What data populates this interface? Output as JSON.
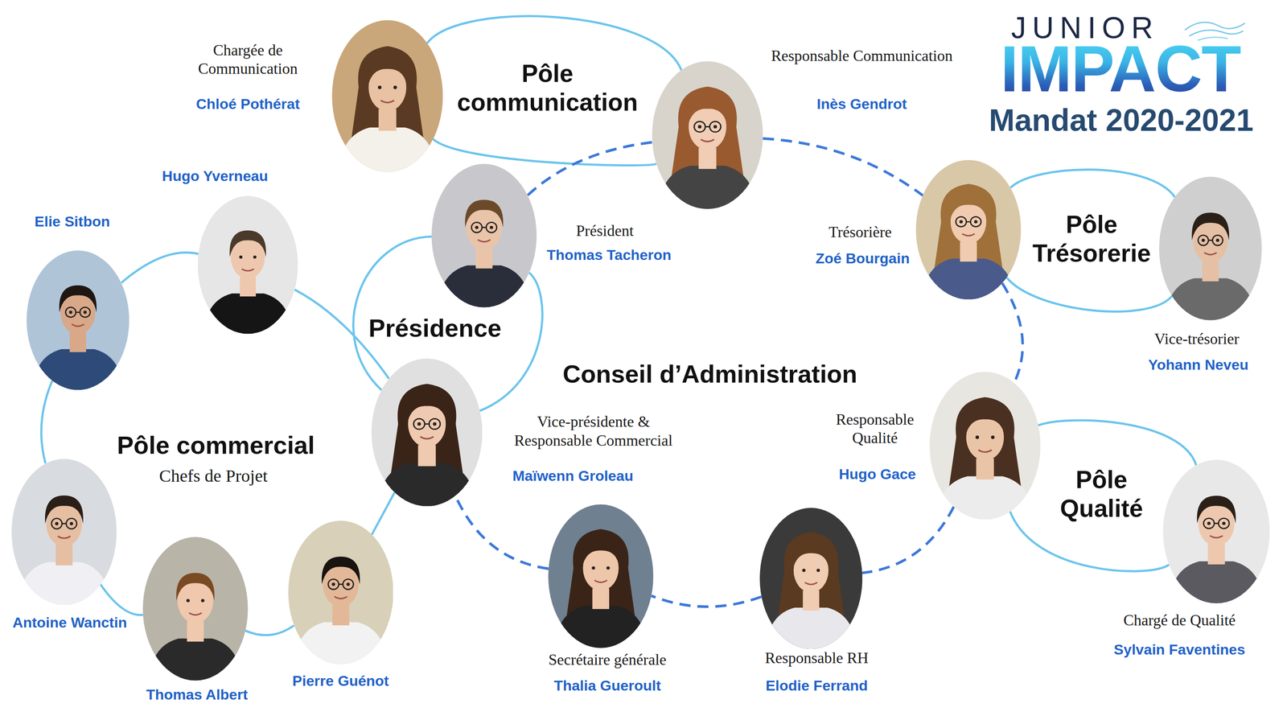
{
  "diagram": {
    "title": "Mandat 2020-2021",
    "nodes": [
      {
        "text": [
          "Chargée de Communication",
          "Chloé Pothérat"
        ]
      },
      {
        "text": [
          "Responsable Communication",
          "Inès Gendrot"
        ]
      },
      {
        "text": [
          "Président",
          "Thomas Tacheron"
        ]
      },
      {
        "text": [
          "Trésorière",
          "Zoé Bourgain"
        ]
      },
      {
        "text": [
          "Vice-trésorier",
          "Yohann Neveu"
        ]
      },
      {
        "text": [
          "Hugo Yverneau"
        ]
      },
      {
        "text": [
          "Elie Sitbon"
        ]
      },
      {
        "text": [
          "Vice-présidente & Responsable Commercial",
          "Maïwenn Groleau"
        ]
      },
      {
        "text": [
          "Responsable Qualité",
          "Hugo Gace"
        ]
      },
      {
        "text": [
          "Chargé de Qualité",
          "Sylvain Faventines"
        ]
      },
      {
        "text": [
          "Antoine Wanctin"
        ]
      },
      {
        "text": [
          "Thomas Albert"
        ]
      },
      {
        "text": [
          "Pierre Guénot"
        ]
      },
      {
        "text": [
          "Secrétaire générale",
          "Thalia Gueroult"
        ]
      },
      {
        "text": [
          "Responsable RH",
          "Elodie Ferrand"
        ]
      }
    ],
    "edges": [
      {
        "from": 0,
        "to": 1,
        "arrow": "none"
      },
      {
        "from": 0,
        "to": 1,
        "arrow": "none"
      },
      {
        "from": 2,
        "to": 7,
        "arrow": "none"
      },
      {
        "from": 2,
        "to": 7,
        "arrow": "none"
      },
      {
        "from": 5,
        "to": 6,
        "arrow": "none"
      },
      {
        "from": 6,
        "to": 10,
        "arrow": "none"
      },
      {
        "from": 10,
        "to": 11,
        "arrow": "none"
      },
      {
        "from": 11,
        "to": 12,
        "arrow": "none"
      },
      {
        "from": 12,
        "to": 7,
        "arrow": "none"
      },
      {
        "from": 5,
        "to": 7,
        "arrow": "none"
      },
      {
        "from": 2,
        "to": 1,
        "arrow": "none"
      },
      {
        "from": 1,
        "to": 3,
        "arrow": "none"
      },
      {
        "from": 3,
        "to": 8,
        "arrow": "none"
      },
      {
        "from": 8,
        "to": 14,
        "arrow": "none"
      },
      {
        "from": 14,
        "to": 13,
        "arrow": "none"
      },
      {
        "from": 13,
        "to": 7,
        "arrow": "none"
      },
      {
        "from": 3,
        "to": 4,
        "arrow": "none"
      },
      {
        "from": 3,
        "to": 4,
        "arrow": "none"
      },
      {
        "from": 8,
        "to": 9,
        "arrow": "none"
      },
      {
        "from": 8,
        "to": 9,
        "arrow": "none"
      }
    ],
    "labels": [
      "JUNIOR",
      "IMPACT",
      "Pôle communication",
      "Présidence",
      "Conseil d’Administration",
      "Pôle Trésorerie",
      "Pôle Qualité",
      "Pôle commercial",
      "Chefs de Projet"
    ]
  }
}
